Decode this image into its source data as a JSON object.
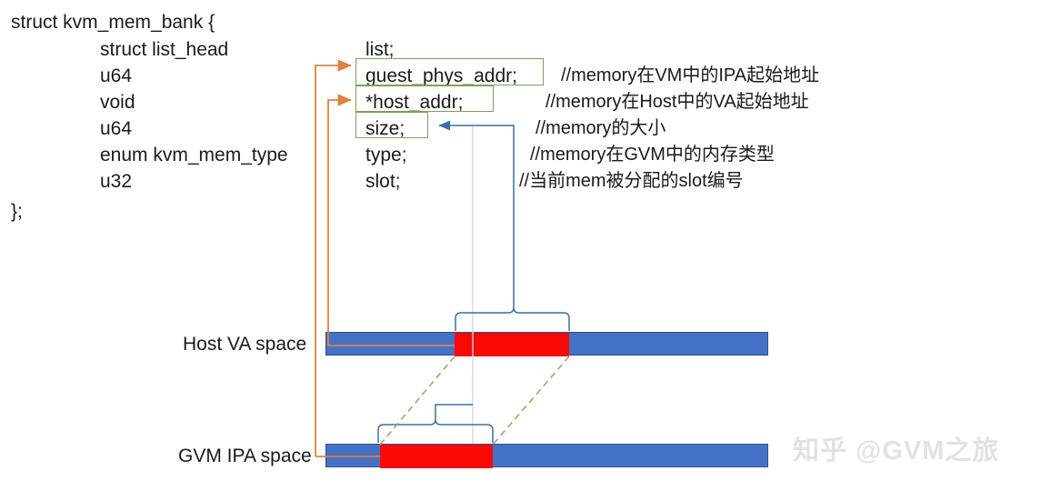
{
  "struct": {
    "header": "struct kvm_mem_bank {",
    "footer": "};",
    "rows": [
      {
        "type": "struct list_head",
        "field": "list;",
        "comment": ""
      },
      {
        "type": "u64",
        "field": "guest_phys_addr;",
        "comment": "//memory在VM中的IPA起始地址"
      },
      {
        "type": "void",
        "field": "*host_addr;",
        "comment": "//memory在Host中的VA起始地址"
      },
      {
        "type": "u64",
        "field": "size;",
        "comment": "//memory的大小"
      },
      {
        "type": "enum kvm_mem_type",
        "field": "type;",
        "comment": "//memory在GVM中的内存类型"
      },
      {
        "type": "u32",
        "field": "slot;",
        "comment": "//当前mem被分配的slot编号"
      }
    ]
  },
  "diagram": {
    "host_bar_label": "Host VA space",
    "gvm_bar_label": "GVM IPA space"
  },
  "colors": {
    "bar_blue": "#4472C4",
    "bar_red": "#FA0A06",
    "box_green": "#7aa25c",
    "arrow_orange": "#E0813F",
    "connector_blue": "#4878A8",
    "dashed_green": "#9aa86a"
  },
  "watermark": {
    "text": "知乎 @GVM之旅"
  }
}
